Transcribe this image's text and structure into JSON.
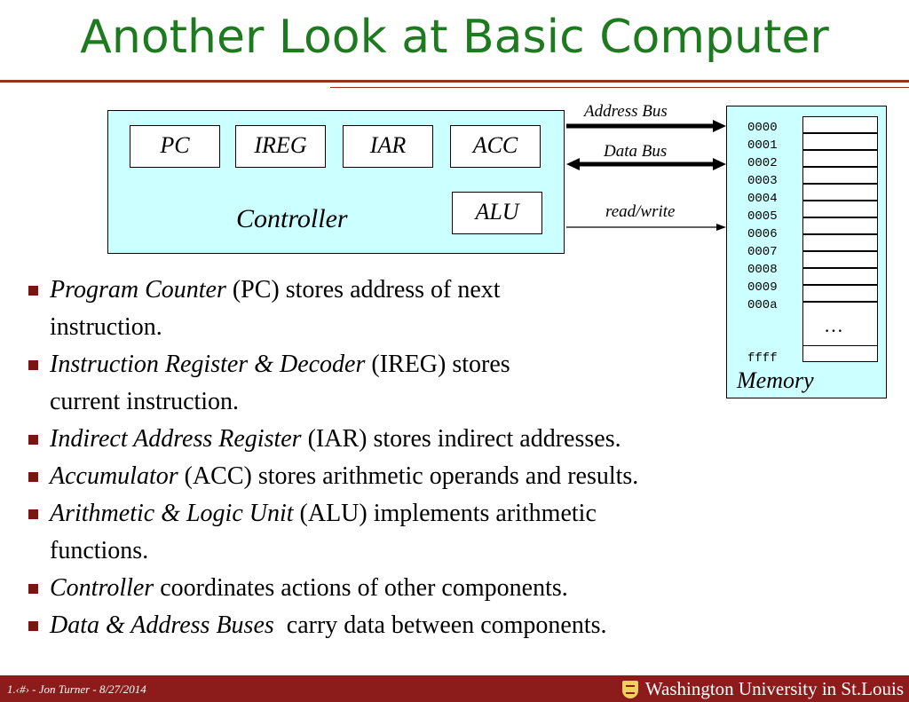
{
  "slide": {
    "title": "Another Look at Basic Computer"
  },
  "diagram": {
    "registers": [
      "PC",
      "IREG",
      "IAR",
      "ACC"
    ],
    "alu": "ALU",
    "controller_label": "Controller",
    "buses": {
      "address": "Address Bus",
      "data": "Data Bus",
      "rw": "read/write"
    },
    "memory": {
      "label": "Memory",
      "addresses": [
        "0000",
        "0001",
        "0002",
        "0003",
        "0004",
        "0005",
        "0006",
        "0007",
        "0008",
        "0009",
        "000a"
      ],
      "ellipsis": "…",
      "last_address": "ffff"
    }
  },
  "bullets": [
    {
      "em": "Program Counter",
      "rest": " (PC) stores address of next",
      "rest2": "instruction."
    },
    {
      "em": "Instruction Register & Decoder",
      "rest": " (IREG) stores",
      "rest2": "current instruction."
    },
    {
      "em": "Indirect Address Register",
      "rest": " (IAR) stores indirect addresses.",
      "rest2": ""
    },
    {
      "em": "Accumulator",
      "rest": " (ACC) stores arithmetic operands and results.",
      "rest2": ""
    },
    {
      "em": "Arithmetic & Logic Unit",
      "rest": " (ALU) implements arithmetic",
      "rest2": "functions."
    },
    {
      "em": "Controller",
      "rest": " coordinates actions of other components.",
      "rest2": ""
    },
    {
      "em": "Data & Address Buses",
      "rest": "  carry data between components.",
      "rest2": ""
    }
  ],
  "footer": {
    "left": "1.‹#› - Jon Turner - 8/27/2014",
    "logo_text": "Washington University in St.Louis"
  },
  "colors": {
    "title": "#1e7a1e",
    "accent_rule": "#9b2f1f",
    "box_fill": "#ccffff",
    "footer_bg": "#8c1b1b"
  }
}
